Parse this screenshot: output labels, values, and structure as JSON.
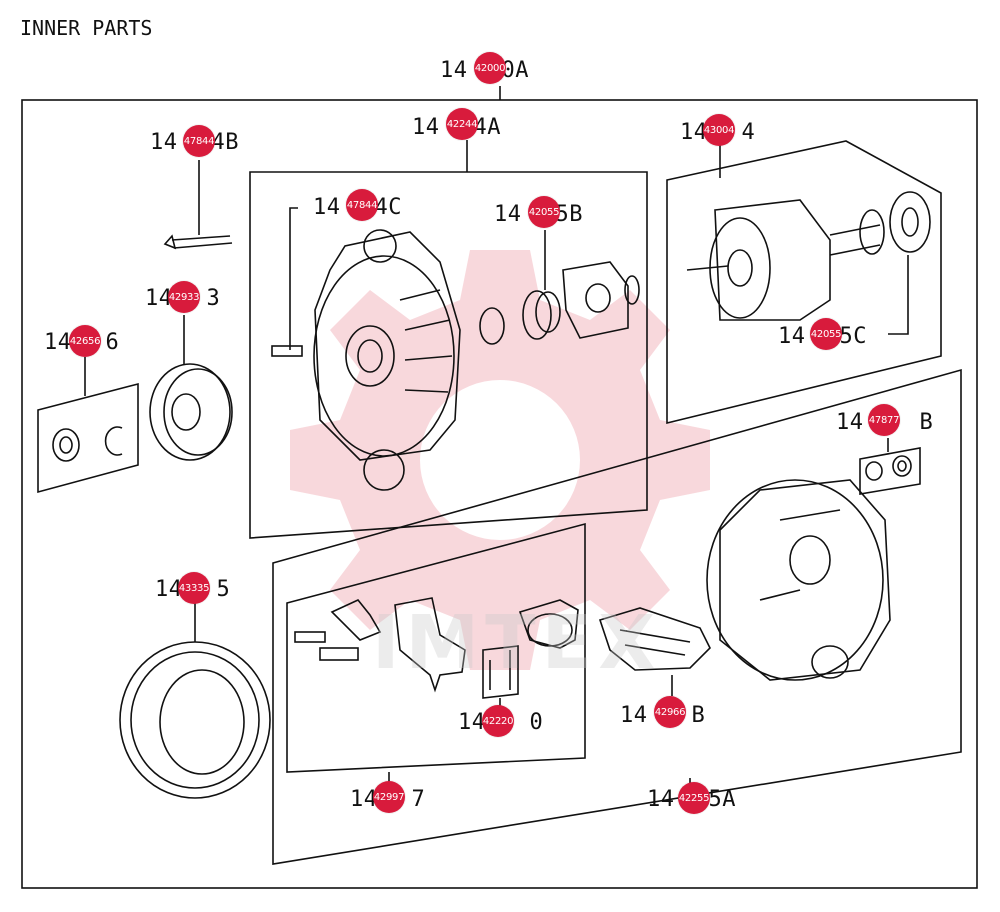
{
  "title": "INNER PARTS",
  "colors": {
    "badge": "#d81b3c",
    "line": "#111111",
    "watermark": "#f3b8c0"
  },
  "watermark": {
    "name": "IMTEX",
    "text": "IMTEX"
  },
  "labels": [
    {
      "id": "alternator-assy",
      "prefix": "14",
      "suffix": "0A",
      "badge": "42000"
    },
    {
      "id": "front-bracket-assy",
      "prefix": "14",
      "suffix": "4A",
      "badge": "42244"
    },
    {
      "id": "through-bolt",
      "prefix": "14",
      "suffix": "4B",
      "badge": "47844"
    },
    {
      "id": "bracket-screw",
      "prefix": "14",
      "suffix": "4C",
      "badge": "47844"
    },
    {
      "id": "front-bearing",
      "prefix": "14",
      "suffix": "5B",
      "badge": "42055"
    },
    {
      "id": "rotor-assy",
      "prefix": "14",
      "suffix": "4",
      "badge": "43004"
    },
    {
      "id": "rear-bearing",
      "prefix": "14",
      "suffix": "5C",
      "badge": "42055"
    },
    {
      "id": "pulley",
      "prefix": "14",
      "suffix": "3",
      "badge": "42933"
    },
    {
      "id": "nut-washer",
      "prefix": "14",
      "suffix": "6",
      "badge": "42656"
    },
    {
      "id": "insulator-kit",
      "prefix": "14",
      "suffix": "B",
      "badge": "47877"
    },
    {
      "id": "stator",
      "prefix": "14",
      "suffix": "5",
      "badge": "43335"
    },
    {
      "id": "brush-holder",
      "prefix": "14",
      "suffix": "0",
      "badge": "42220"
    },
    {
      "id": "rectifier",
      "prefix": "14",
      "suffix": "B",
      "badge": "42966"
    },
    {
      "id": "regulator-set",
      "prefix": "14",
      "suffix": "7",
      "badge": "42997"
    },
    {
      "id": "rear-bracket-assy",
      "prefix": "14",
      "suffix": "5A",
      "badge": "42255"
    }
  ]
}
